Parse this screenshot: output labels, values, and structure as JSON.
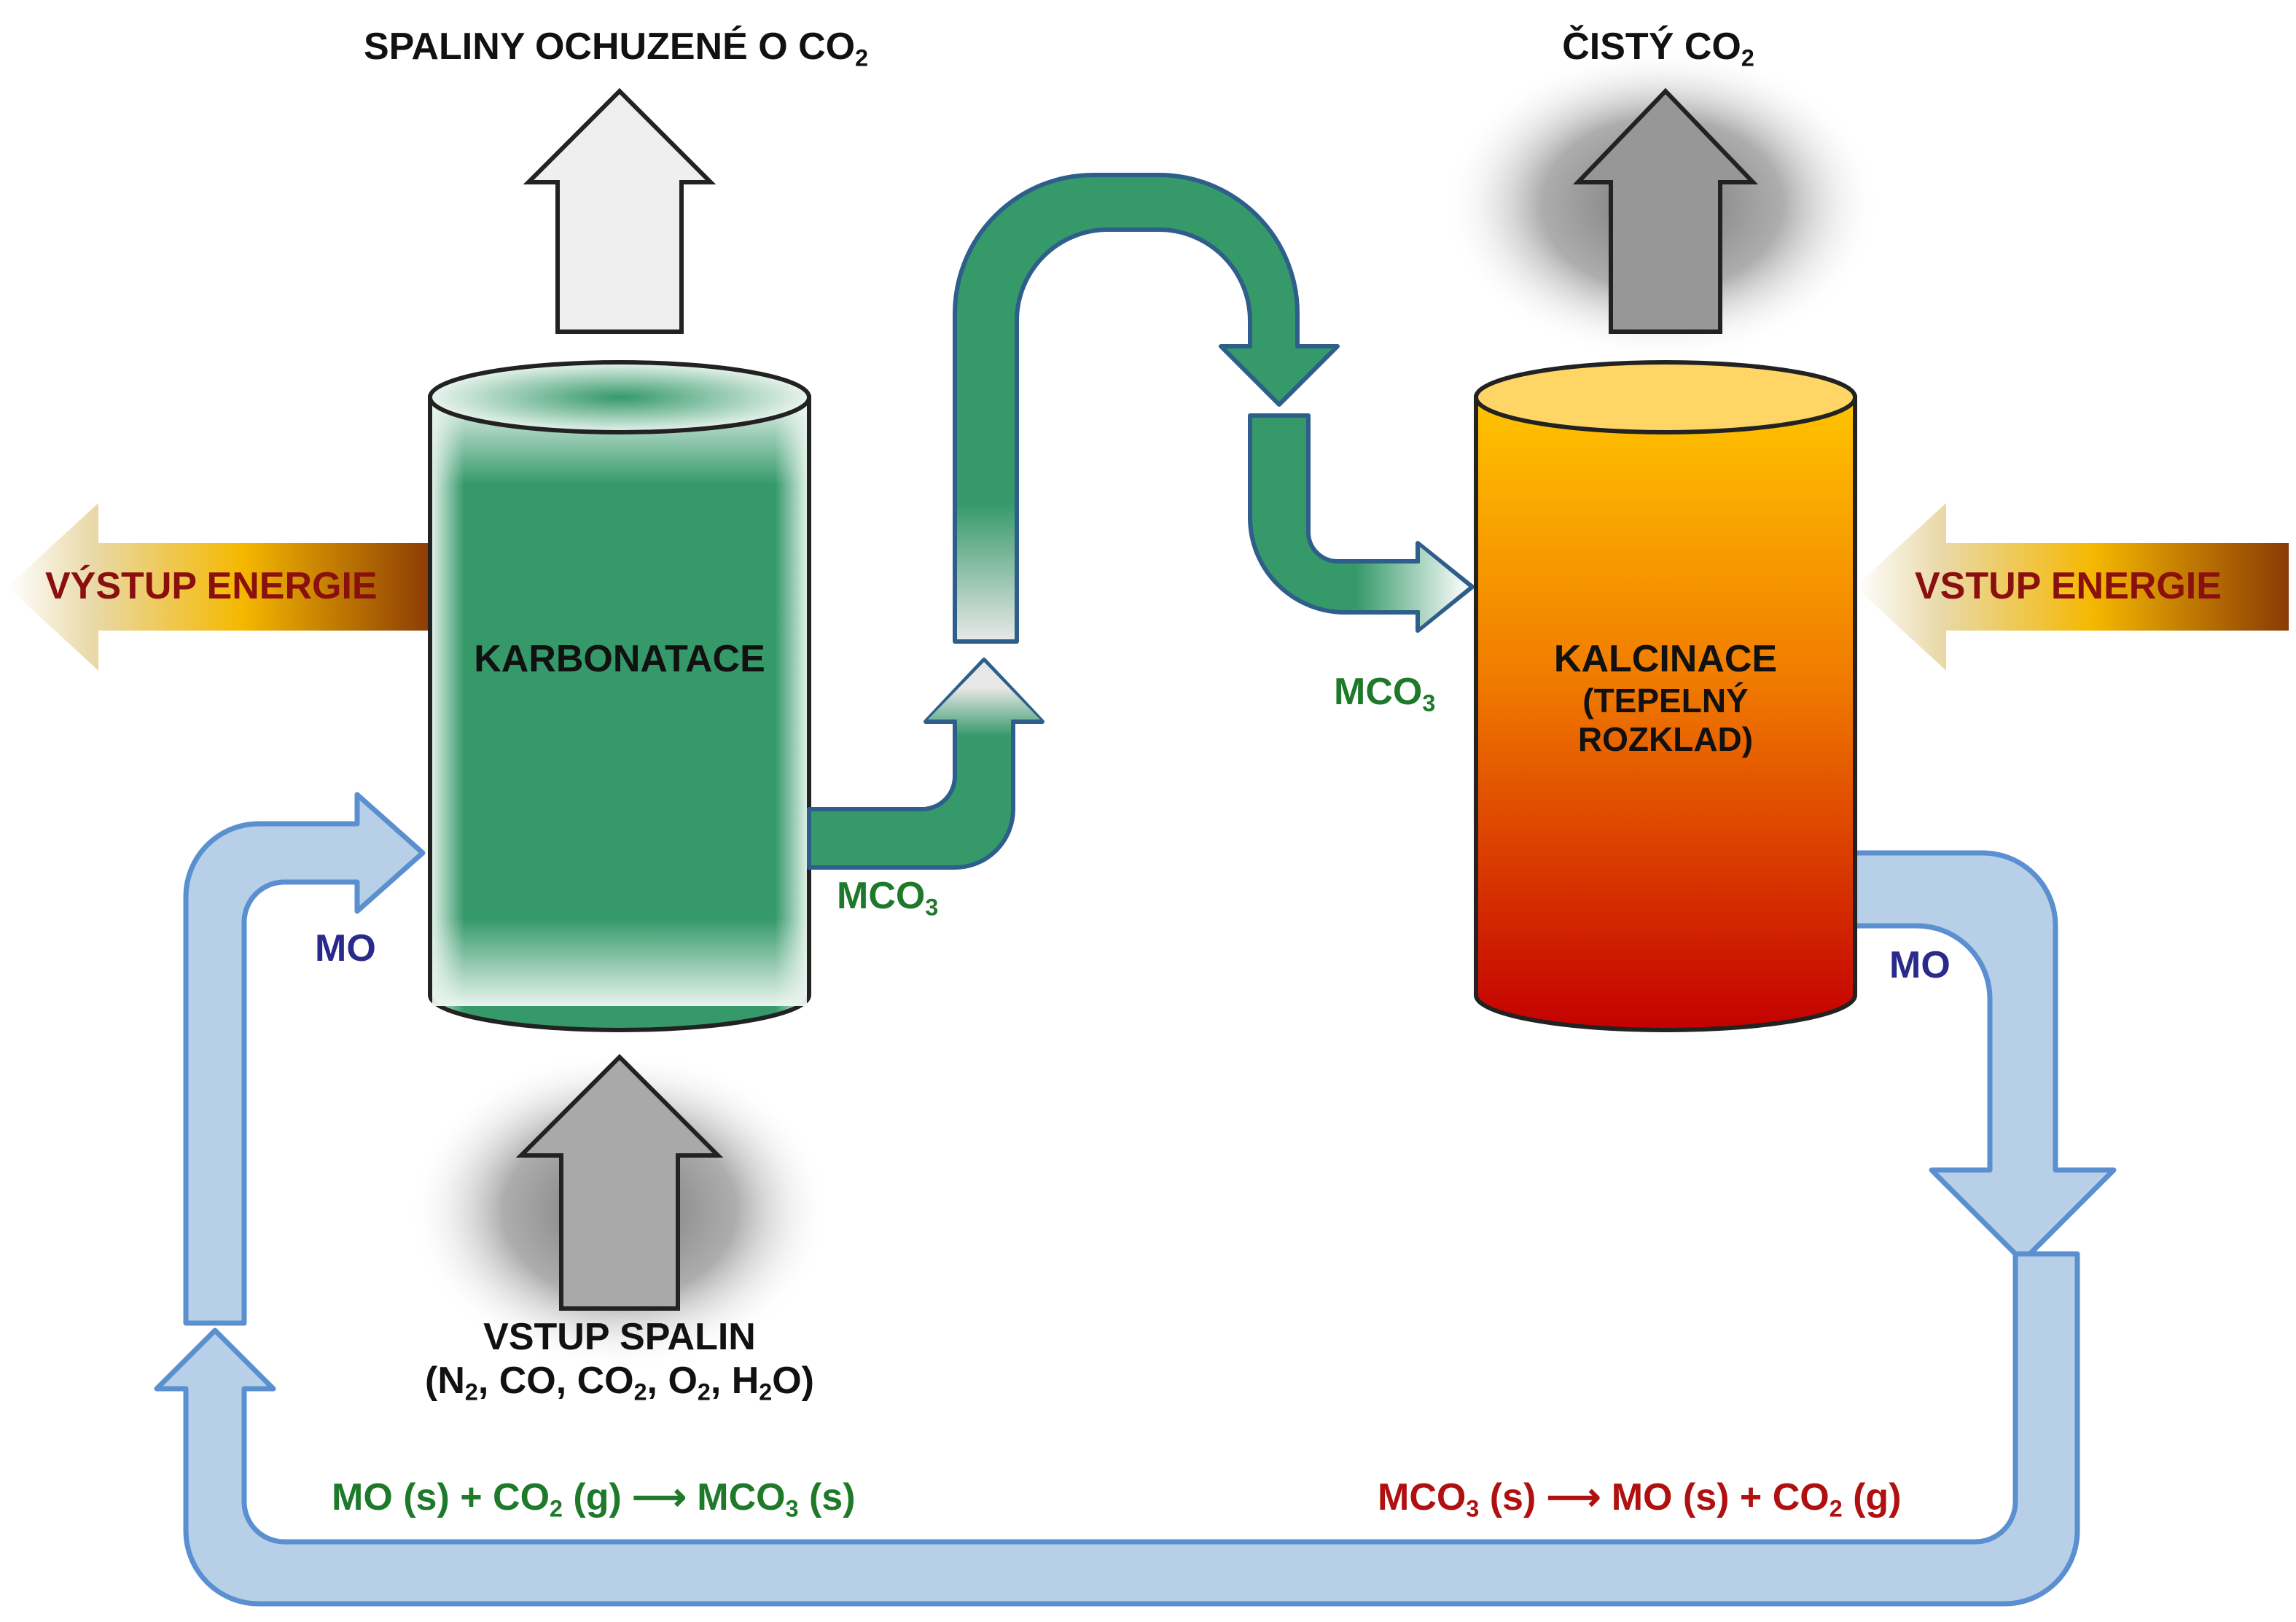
{
  "labels": {
    "top_left": {
      "main": "SPALINY OCHUZENÉ O CO",
      "sub": "2"
    },
    "top_right": {
      "main": "ČISTÝ CO",
      "sub": "2"
    },
    "energy_out": "VÝSTUP ENERGIE",
    "energy_in": "VSTUP ENERGIE",
    "carbonation_reactor": "KARBONATACE",
    "calcination_reactor": {
      "line1": "KALCINACE",
      "line2": "(TEPELNÝ",
      "line3": "ROZKLAD)"
    },
    "mco3_left": {
      "main": "MCO",
      "sub": "3"
    },
    "mco3_right": {
      "main": "MCO",
      "sub": "3"
    },
    "mo_left": "MO",
    "mo_right": "MO",
    "flue_gas_input": {
      "line1": "VSTUP SPALIN",
      "line2": {
        "open": "(N",
        "s1": "2",
        "mid1": ", CO, CO",
        "s2": "2",
        "mid2": ", O",
        "s3": "2",
        "mid3": ", H",
        "s4": "2",
        "close": "O)"
      }
    },
    "reaction_carbonation": {
      "part1": "MO (s) + CO",
      "sub1": "2",
      "part2": " (g) ⟶ MCO",
      "sub2": "3",
      "part3": " (s)"
    },
    "reaction_calcination": {
      "part1": "MCO",
      "sub1": "3",
      "part2": " (s) ⟶ MO (s) + CO",
      "sub2": "2",
      "part3": " (g)"
    }
  },
  "colors": {
    "green_solid": "#35996a",
    "green_outline": "#2e5f8a",
    "blue_loop_fill": "#b8cfe8",
    "blue_loop_stroke": "#5a8fd0",
    "energy_dark": "#8a3a05",
    "energy_mid": "#f5b800",
    "calc_top": "#ffc400",
    "calc_bottom": "#c40000",
    "gray_arrow": "#a9a9a9",
    "light_arrow": "#efefef"
  }
}
